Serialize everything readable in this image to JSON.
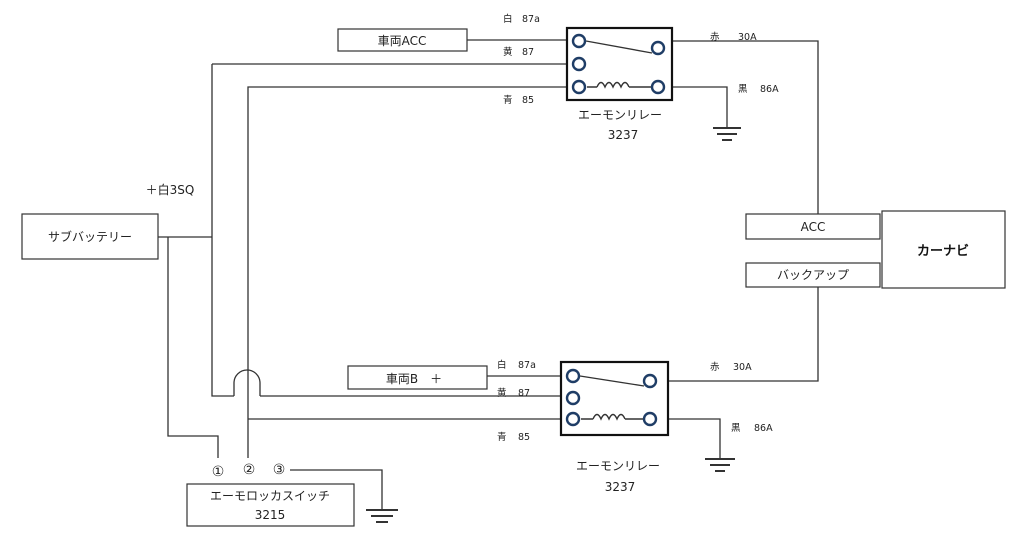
{
  "battery": {
    "label": "サブバッテリー",
    "wire_label": "＋白3SQ"
  },
  "navi": {
    "label": "カーナビ",
    "acc": "ACC",
    "backup": "バックアップ"
  },
  "relay_top": {
    "input": "車両ACC",
    "name": "エーモンリレー",
    "number": "3237",
    "pin87a": {
      "color": "白",
      "pin": "87a"
    },
    "pin87": {
      "color": "黄",
      "pin": "87"
    },
    "pin85": {
      "color": "青",
      "pin": "85"
    },
    "pin30": {
      "color": "赤",
      "pin": "30A"
    },
    "pin86": {
      "color": "黒",
      "pin": "86A"
    }
  },
  "relay_bottom": {
    "input": "車両B　＋",
    "name": "エーモンリレー",
    "number": "3237",
    "pin87a": {
      "color": "白",
      "pin": "87a"
    },
    "pin87": {
      "color": "黄",
      "pin": "87"
    },
    "pin85": {
      "color": "青",
      "pin": "85"
    },
    "pin30": {
      "color": "赤",
      "pin": "30A"
    },
    "pin86": {
      "color": "黒",
      "pin": "86A"
    }
  },
  "switch": {
    "name": "エーモロッカスイッチ",
    "number": "3215",
    "terminals": [
      "①",
      "②",
      "③"
    ]
  }
}
